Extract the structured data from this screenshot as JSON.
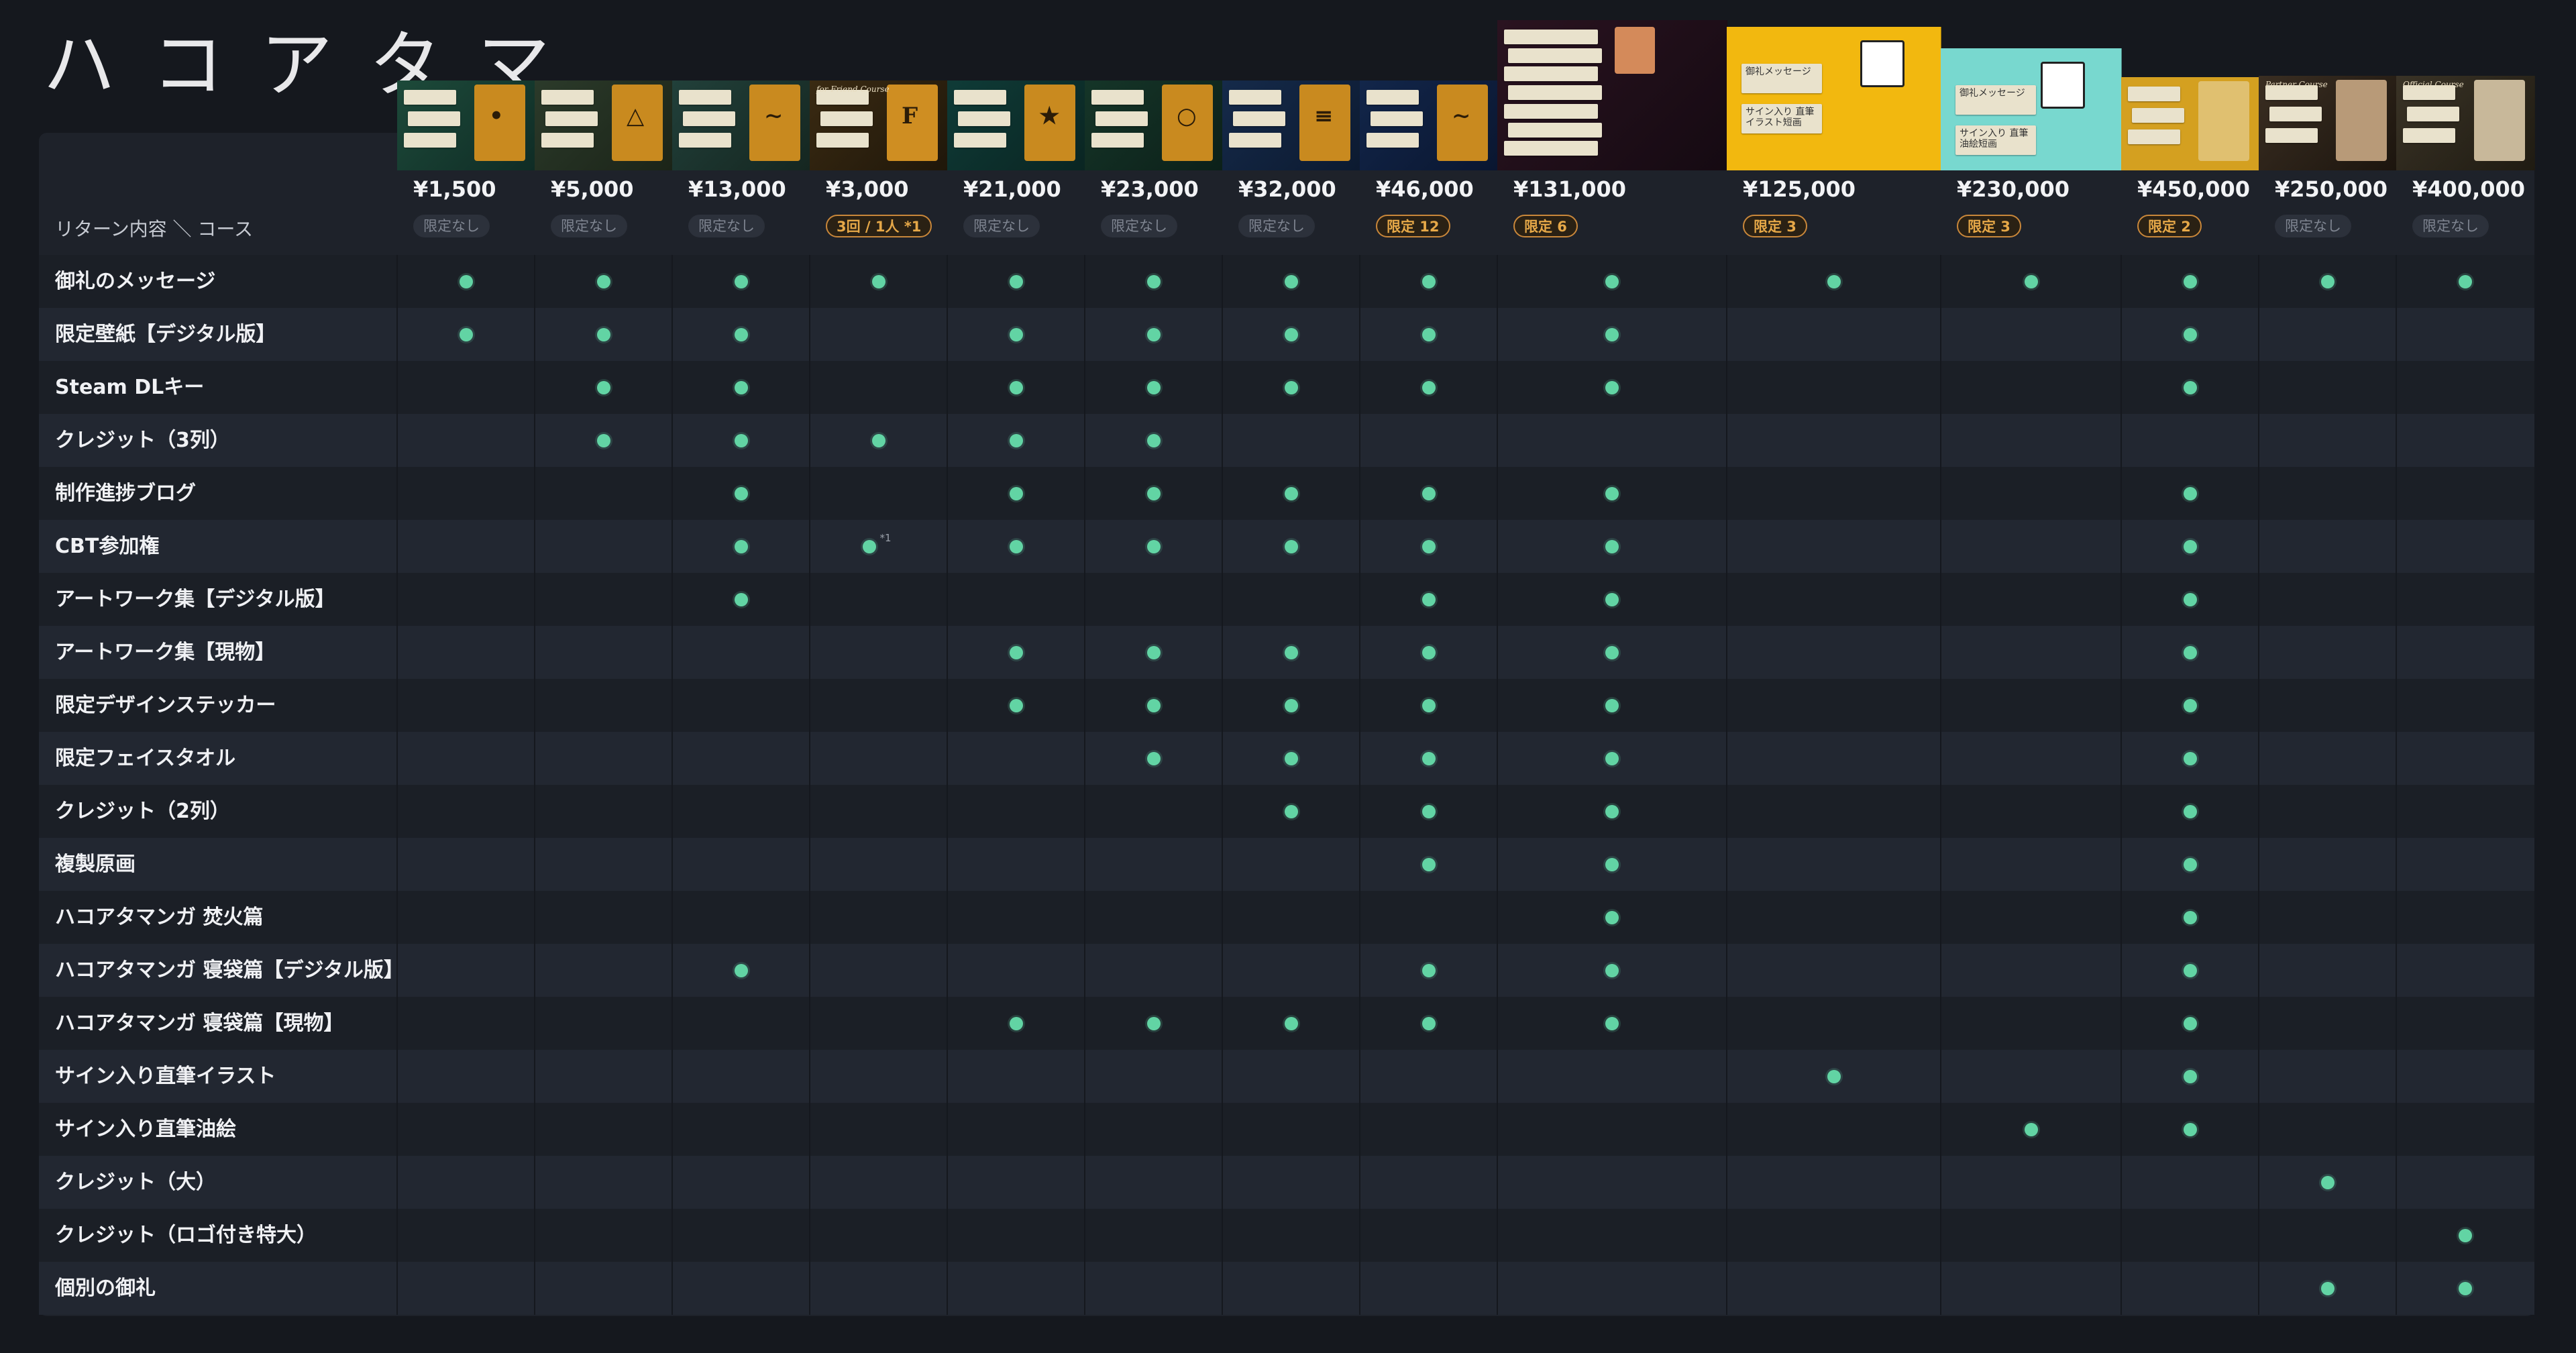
{
  "logo": "ハコアタマ",
  "header_label": "リターン内容 ＼ コース",
  "courses": [
    {
      "price": "¥1,500",
      "limit": "限定なし",
      "limited": false
    },
    {
      "price": "¥5,000",
      "limit": "限定なし",
      "limited": false
    },
    {
      "price": "¥13,000",
      "limit": "限定なし",
      "limited": false
    },
    {
      "price": "¥3,000",
      "limit": "3回 / 1人 *1",
      "limited": true,
      "tag": "for Friend Course"
    },
    {
      "price": "¥21,000",
      "limit": "限定なし",
      "limited": false
    },
    {
      "price": "¥23,000",
      "limit": "限定なし",
      "limited": false
    },
    {
      "price": "¥32,000",
      "limit": "限定なし",
      "limited": false
    },
    {
      "price": "¥46,000",
      "limit": "限定 12",
      "limited": true
    },
    {
      "price": "¥131,000",
      "limit": "限定 6",
      "limited": true
    },
    {
      "price": "¥125,000",
      "limit": "限定 3",
      "limited": true
    },
    {
      "price": "¥230,000",
      "limit": "限定 3",
      "limited": true
    },
    {
      "price": "¥450,000",
      "limit": "限定 2",
      "limited": true
    },
    {
      "price": "¥250,000",
      "limit": "限定なし",
      "limited": false,
      "tag": "Partner Course"
    },
    {
      "price": "¥400,000",
      "limit": "限定なし",
      "limited": false,
      "tag": "Official Course"
    }
  ],
  "thumbnail_texts": {
    "message_card": "御礼メッセージ",
    "illustration_card": "サイン入り 直筆イラスト短画",
    "painting_card": "サイン入り 直筆油絵短画"
  },
  "rows": [
    {
      "label": "御礼のメッセージ",
      "marks": [
        1,
        1,
        1,
        1,
        1,
        1,
        1,
        1,
        1,
        1,
        1,
        1,
        1,
        1
      ]
    },
    {
      "label": "限定壁紙【デジタル版】",
      "marks": [
        1,
        1,
        1,
        0,
        1,
        1,
        1,
        1,
        1,
        0,
        0,
        1,
        0,
        0
      ]
    },
    {
      "label": "Steam DLキー",
      "marks": [
        0,
        1,
        1,
        0,
        1,
        1,
        1,
        1,
        1,
        0,
        0,
        1,
        0,
        0
      ]
    },
    {
      "label": "クレジット（3列）",
      "marks": [
        0,
        1,
        1,
        1,
        1,
        1,
        0,
        0,
        0,
        0,
        0,
        0,
        0,
        0
      ]
    },
    {
      "label": "制作進捗ブログ",
      "marks": [
        0,
        0,
        1,
        0,
        1,
        1,
        1,
        1,
        1,
        0,
        0,
        1,
        0,
        0
      ]
    },
    {
      "label": "CBT参加権",
      "marks": [
        0,
        0,
        1,
        1,
        1,
        1,
        1,
        1,
        1,
        0,
        0,
        1,
        0,
        0
      ],
      "note": "*1"
    },
    {
      "label": "アートワーク集【デジタル版】",
      "marks": [
        0,
        0,
        1,
        0,
        0,
        0,
        0,
        1,
        1,
        0,
        0,
        1,
        0,
        0
      ]
    },
    {
      "label": "アートワーク集【現物】",
      "marks": [
        0,
        0,
        0,
        0,
        1,
        1,
        1,
        1,
        1,
        0,
        0,
        1,
        0,
        0
      ]
    },
    {
      "label": "限定デザインステッカー",
      "marks": [
        0,
        0,
        0,
        0,
        1,
        1,
        1,
        1,
        1,
        0,
        0,
        1,
        0,
        0
      ]
    },
    {
      "label": "限定フェイスタオル",
      "marks": [
        0,
        0,
        0,
        0,
        0,
        1,
        1,
        1,
        1,
        0,
        0,
        1,
        0,
        0
      ]
    },
    {
      "label": "クレジット（2列）",
      "marks": [
        0,
        0,
        0,
        0,
        0,
        0,
        1,
        1,
        1,
        0,
        0,
        1,
        0,
        0
      ]
    },
    {
      "label": "複製原画",
      "marks": [
        0,
        0,
        0,
        0,
        0,
        0,
        0,
        1,
        1,
        0,
        0,
        1,
        0,
        0
      ]
    },
    {
      "label": "ハコアタマンガ 焚火篇",
      "marks": [
        0,
        0,
        0,
        0,
        0,
        0,
        0,
        0,
        1,
        0,
        0,
        1,
        0,
        0
      ]
    },
    {
      "label": "ハコアタマンガ 寝袋篇【デジタル版】",
      "marks": [
        0,
        0,
        1,
        0,
        0,
        0,
        0,
        1,
        1,
        0,
        0,
        1,
        0,
        0
      ]
    },
    {
      "label": "ハコアタマンガ 寝袋篇【現物】",
      "marks": [
        0,
        0,
        0,
        0,
        1,
        1,
        1,
        1,
        1,
        0,
        0,
        1,
        0,
        0
      ]
    },
    {
      "label": "サイン入り直筆イラスト",
      "marks": [
        0,
        0,
        0,
        0,
        0,
        0,
        0,
        0,
        0,
        1,
        0,
        1,
        0,
        0
      ]
    },
    {
      "label": "サイン入り直筆油絵",
      "marks": [
        0,
        0,
        0,
        0,
        0,
        0,
        0,
        0,
        0,
        0,
        1,
        1,
        0,
        0
      ]
    },
    {
      "label": "クレジット（大）",
      "marks": [
        0,
        0,
        0,
        0,
        0,
        0,
        0,
        0,
        0,
        0,
        0,
        0,
        1,
        0
      ]
    },
    {
      "label": "クレジット（ロゴ付き特大）",
      "marks": [
        0,
        0,
        0,
        0,
        0,
        0,
        0,
        0,
        0,
        0,
        0,
        0,
        0,
        1
      ]
    },
    {
      "label": "個別の御礼",
      "marks": [
        0,
        0,
        0,
        0,
        0,
        0,
        0,
        0,
        0,
        0,
        0,
        0,
        1,
        1
      ]
    }
  ],
  "colors": {
    "accent_dot": "#62d4a4",
    "limit_badge": "#c9873a",
    "bg": "#15181e"
  }
}
